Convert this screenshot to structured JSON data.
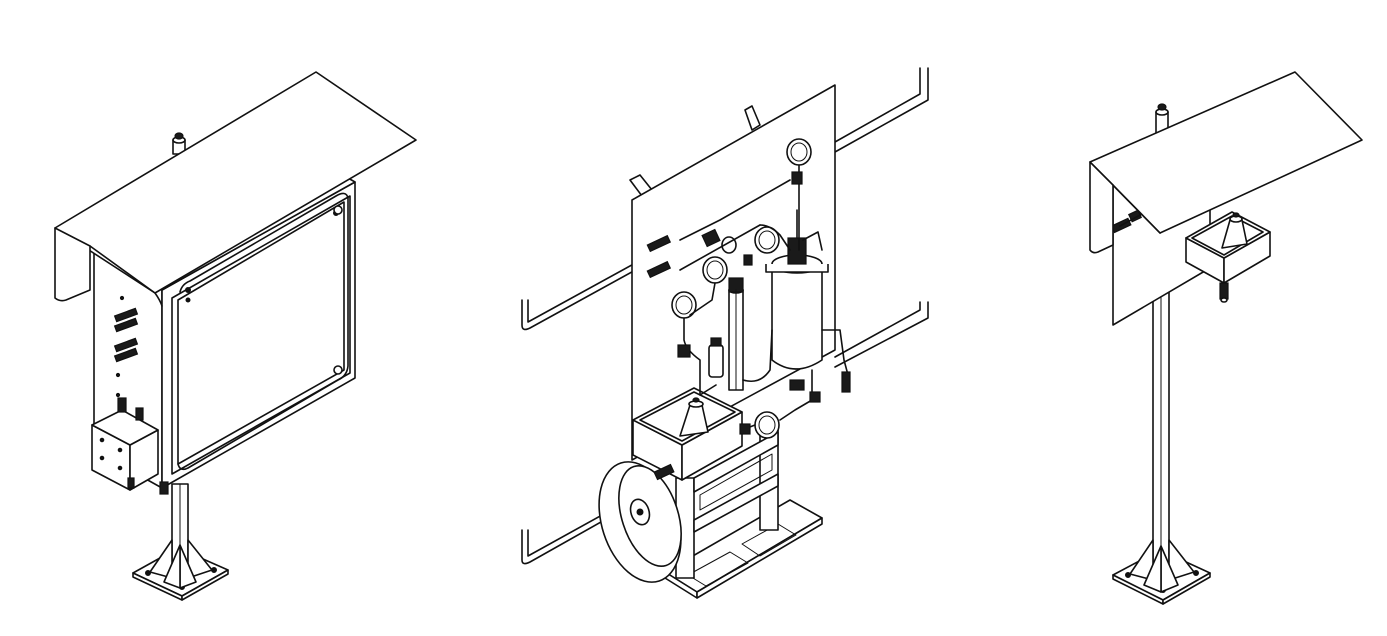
{
  "colors": {
    "line": "#111111",
    "background": "#ffffff"
  },
  "figures": [
    {
      "id": "enclosed-analyzer-cabinet",
      "components": [
        "canopy",
        "cabinet",
        "door",
        "junction-box",
        "pedestal",
        "base-plate"
      ]
    },
    {
      "id": "open-sampling-panel",
      "components": [
        "panel",
        "pressure-gauges",
        "filter",
        "tank",
        "funnel-tray",
        "wheel",
        "frame",
        "tubing"
      ]
    },
    {
      "id": "mounted-sample-tray",
      "components": [
        "canopy",
        "panel",
        "tray",
        "funnel",
        "pedestal",
        "base-plate"
      ]
    }
  ]
}
